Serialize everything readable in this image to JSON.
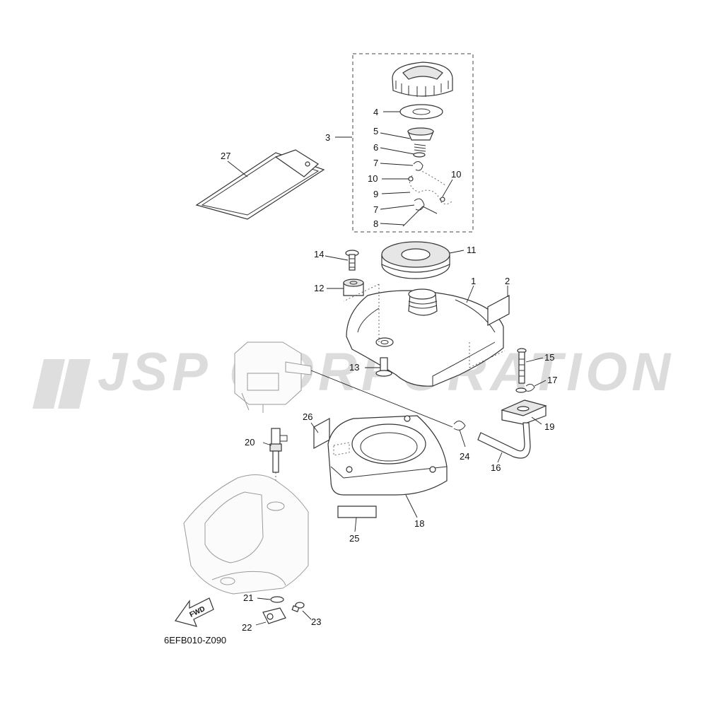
{
  "watermark": {
    "brand": "JSP CORPORATION"
  },
  "diagram_code": "6EFB010-Z090",
  "fwd_label": "FWD",
  "callouts": [
    {
      "id": "c4",
      "text": "4"
    },
    {
      "id": "c3",
      "text": "3"
    },
    {
      "id": "c5",
      "text": "5"
    },
    {
      "id": "c6",
      "text": "6"
    },
    {
      "id": "c7a",
      "text": "7"
    },
    {
      "id": "c10a",
      "text": "10"
    },
    {
      "id": "c10b",
      "text": "10"
    },
    {
      "id": "c9",
      "text": "9"
    },
    {
      "id": "c7b",
      "text": "7"
    },
    {
      "id": "c8",
      "text": "8"
    },
    {
      "id": "c27",
      "text": "27"
    },
    {
      "id": "c14",
      "text": "14"
    },
    {
      "id": "c11",
      "text": "11"
    },
    {
      "id": "c12",
      "text": "12"
    },
    {
      "id": "c1",
      "text": "1"
    },
    {
      "id": "c2",
      "text": "2"
    },
    {
      "id": "c15",
      "text": "15"
    },
    {
      "id": "c13",
      "text": "13"
    },
    {
      "id": "c17",
      "text": "17"
    },
    {
      "id": "c19",
      "text": "19"
    },
    {
      "id": "c26",
      "text": "26"
    },
    {
      "id": "c20",
      "text": "20"
    },
    {
      "id": "c24",
      "text": "24"
    },
    {
      "id": "c16",
      "text": "16"
    },
    {
      "id": "c18",
      "text": "18"
    },
    {
      "id": "c25",
      "text": "25"
    },
    {
      "id": "c21",
      "text": "21"
    },
    {
      "id": "c22",
      "text": "22"
    },
    {
      "id": "c23",
      "text": "23"
    }
  ]
}
